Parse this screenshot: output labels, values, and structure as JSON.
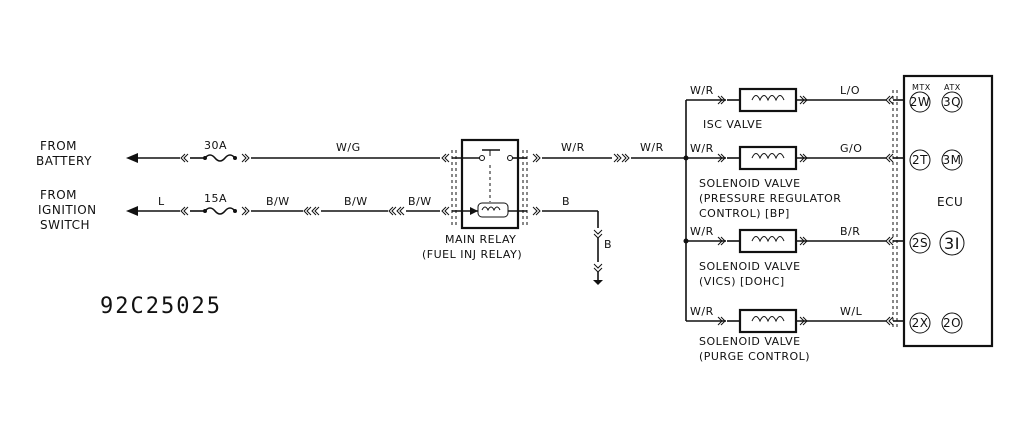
{
  "labels": {
    "from_battery": [
      "FROM",
      "BATTERY"
    ],
    "from_ignition": [
      "FROM",
      "IGNITION",
      "SWITCH"
    ],
    "fuse_30a": "30A",
    "fuse_15a": "15A",
    "wire_wg": "W/G",
    "wire_l": "L",
    "wire_bw_1": "B/W",
    "wire_bw_2": "B/W",
    "wire_bw_3": "B/W",
    "wire_wr_1": "W/R",
    "wire_wr_2": "W/R",
    "wire_b_1": "B",
    "wire_b_2": "B",
    "main_relay": [
      "MAIN RELAY",
      "(FUEL INJ RELAY)"
    ],
    "diagram_code": "92C25025",
    "ecu": "ECU",
    "mtx": "MTX",
    "atx": "ATX"
  },
  "branches": [
    {
      "in_wire": "W/R",
      "out_wire": "L/O",
      "name_lines": [
        "ISC VALVE"
      ],
      "pin_mtx": "2W",
      "pin_atx": "3Q"
    },
    {
      "in_wire": "W/R",
      "out_wire": "G/O",
      "name_lines": [
        "SOLENOID VALVE",
        "(PRESSURE REGULATOR",
        "CONTROL)      [BP]"
      ],
      "pin_mtx": "2T",
      "pin_atx": "3M"
    },
    {
      "in_wire": "W/R",
      "out_wire": "B/R",
      "name_lines": [
        "SOLENOID VALVE",
        "(VICS)  [DOHC]"
      ],
      "pin_mtx": "2S",
      "pin_atx": "3I"
    },
    {
      "in_wire": "W/R",
      "out_wire": "W/L",
      "name_lines": [
        "SOLENOID VALVE",
        "(PURGE CONTROL)"
      ],
      "pin_mtx": "2X",
      "pin_atx": "2O"
    }
  ]
}
